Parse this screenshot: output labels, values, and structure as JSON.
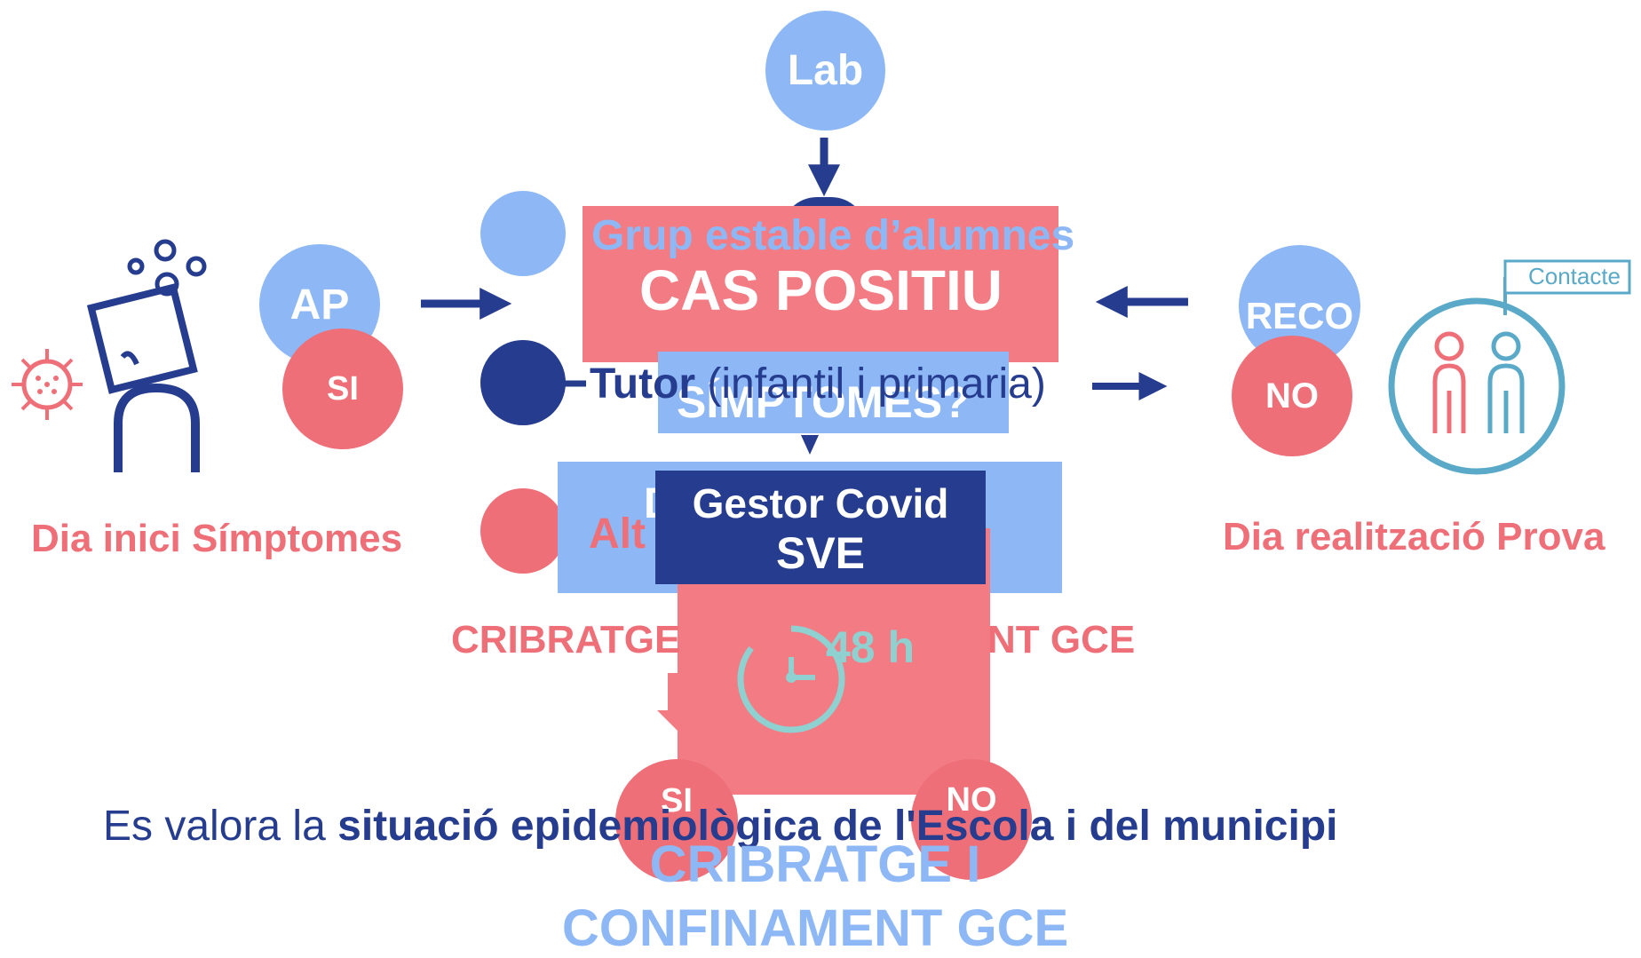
{
  "colors": {
    "navy": "#253c8f",
    "light_blue": "#8db8f5",
    "coral": "#ee6f78",
    "coral_box": "#f37b83",
    "teal": "#5aa9c8",
    "timer_teal": "#8fd0d0"
  },
  "icons": {
    "patient": "sick-person-icon",
    "virus": "virus-icon",
    "contacts": "contacts-icon",
    "timer": "clock-icon"
  },
  "top": {
    "lab_circle": "Lab"
  },
  "left": {
    "ap_circle": "AP",
    "si_circle": "SI",
    "caption": "Dia inici Símptomes"
  },
  "right": {
    "reco_circle": "RECO",
    "no_circle": "NO",
    "contact_tag": "Contacte",
    "caption": "Dia realització Prova"
  },
  "center": {
    "group_text": "Grup estable d’alumnes",
    "cas_positiu": "CAS POSITIU",
    "tutor_bold": "Tutor",
    "tutor_rest": " (infantil i primaria)",
    "simptomes": "SÍMPTOMES?",
    "alt_fragment": "Alt",
    "d_fragment": "D",
    "gestor_line1": "Gestor Covid",
    "gestor_line2": "SVE",
    "timer_label": "48 h",
    "cribratge_fragment_left": "CRIBRATGE",
    "cribratge_fragment_right": "NT GCE",
    "si_bottom": "SI",
    "no_bottom": "NO"
  },
  "bottom": {
    "valora_normal": "Es valora la ",
    "valora_bold": "situació epidemiològica de l'Escola i del municipi",
    "cribratge_line1": "CRIBRATGE I",
    "cribratge_line2": "CONFINAMENT GCE"
  }
}
